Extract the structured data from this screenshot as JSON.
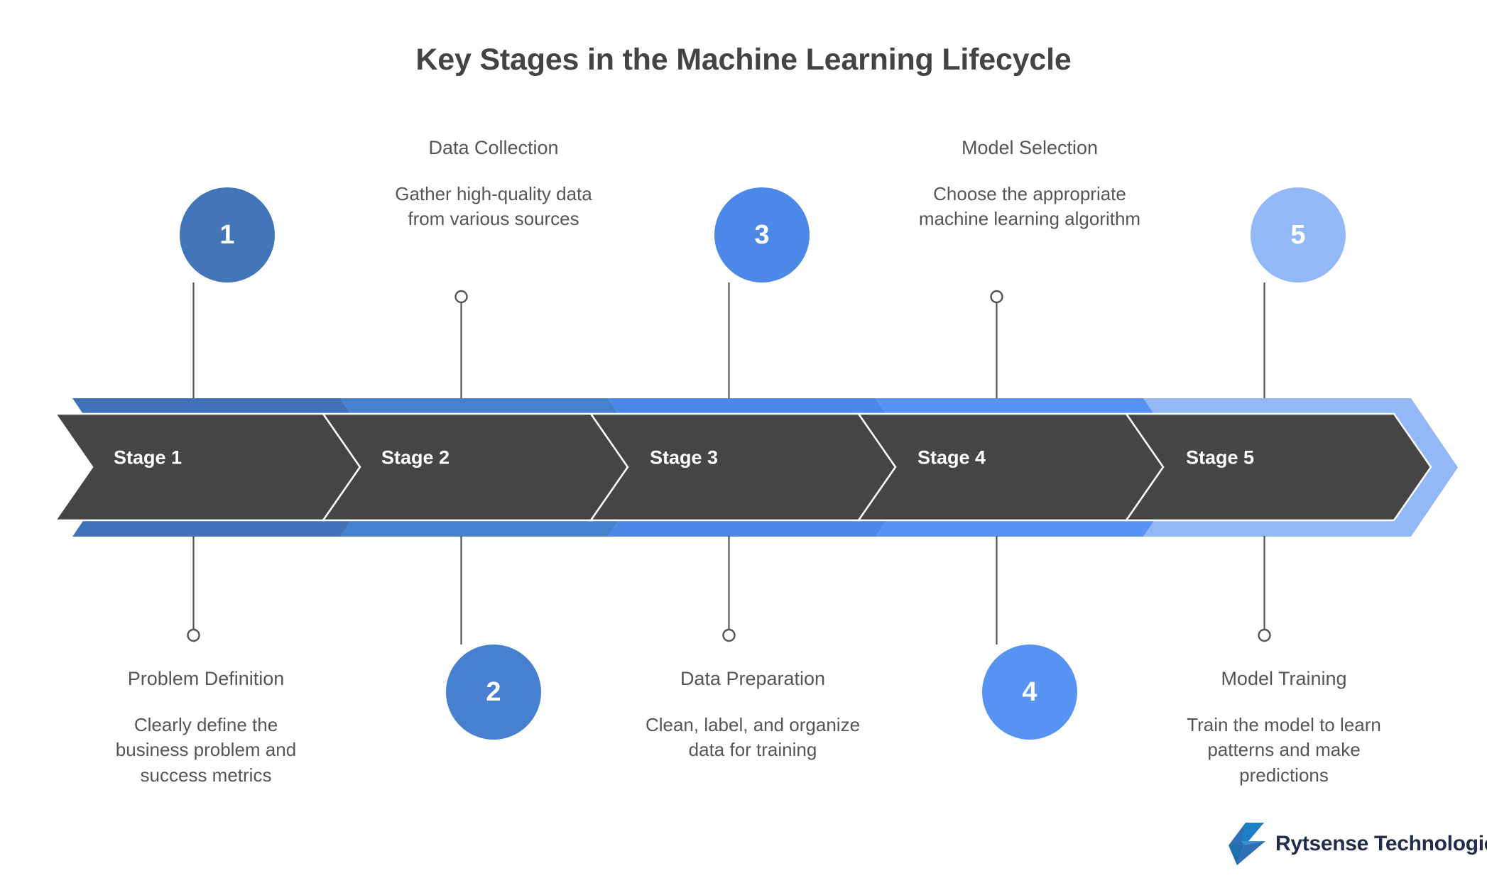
{
  "title": "Key Stages in the Machine Learning Lifecycle",
  "brand": {
    "name": "Rytsense Technologies",
    "mark": "lightning-bolt-logo-icon",
    "text_color": "#232d4b",
    "mark_colors": [
      "#1d7fc4",
      "#2f6fb5",
      "#3a8fd0"
    ]
  },
  "colors": {
    "band_dark": "#454545",
    "connector": "#555555",
    "title_text": "#444444",
    "body_text": "#555555",
    "stage_label_text": "#ffffff"
  },
  "stages": [
    {
      "index": 1,
      "number": "1",
      "band_label": "Stage 1",
      "heading": "Problem Definition",
      "description": "Clearly define the business problem and success metrics",
      "side": "bottom",
      "chevron_color": "#3f72b8",
      "circle_color": "#4276b9"
    },
    {
      "index": 2,
      "number": "2",
      "band_label": "Stage 2",
      "heading": "Data Collection",
      "description": "Gather high-quality data from various sources",
      "side": "top",
      "chevron_color": "#4680cf",
      "circle_color": "#4680cf"
    },
    {
      "index": 3,
      "number": "3",
      "band_label": "Stage 3",
      "heading": "Data Preparation",
      "description": "Clean, label, and organize data for training",
      "side": "bottom",
      "chevron_color": "#4c88e8",
      "circle_color": "#4c88e8"
    },
    {
      "index": 4,
      "number": "4",
      "band_label": "Stage 4",
      "heading": "Model Selection",
      "description": "Choose the appropriate machine learning algorithm",
      "side": "top",
      "chevron_color": "#5793f2",
      "circle_color": "#5793f2"
    },
    {
      "index": 5,
      "number": "5",
      "band_label": "Stage 5",
      "heading": "Model Training",
      "description": "Train the model to learn patterns and make predictions",
      "side": "bottom",
      "chevron_color": "#93b8f8",
      "circle_color": "#93b8f8"
    }
  ]
}
